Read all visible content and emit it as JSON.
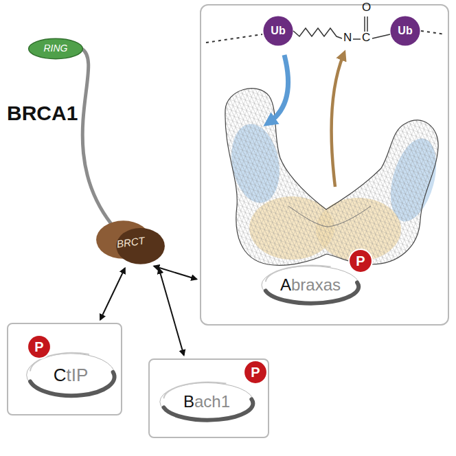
{
  "diagram": {
    "nodes": [
      {
        "text": [
          "RING"
        ]
      },
      {
        "text": [
          "BRCT"
        ]
      },
      {
        "text": []
      },
      {
        "text": [
          "Ub"
        ],
        "in": 2
      },
      {
        "text": [
          "Ub"
        ],
        "in": 2
      },
      {
        "text": [
          "Abraxas"
        ],
        "in": 2
      },
      {
        "text": [
          "P"
        ],
        "in": 2
      },
      {
        "text": []
      },
      {
        "text": [
          "CtIP"
        ],
        "in": 7
      },
      {
        "text": [
          "P"
        ],
        "in": 7
      },
      {
        "text": []
      },
      {
        "text": [
          "Bach1"
        ],
        "in": 10
      },
      {
        "text": [
          "P"
        ],
        "in": 10
      }
    ],
    "edges": [
      {
        "from": 0,
        "to": 1,
        "arrow": "none"
      },
      {
        "from": 1,
        "to": 2,
        "arrow": "both"
      },
      {
        "from": 1,
        "to": 7,
        "arrow": "both"
      },
      {
        "from": 1,
        "to": 10,
        "arrow": "both"
      }
    ],
    "labels": [
      "BRCA1",
      "N",
      "C",
      "O"
    ]
  }
}
